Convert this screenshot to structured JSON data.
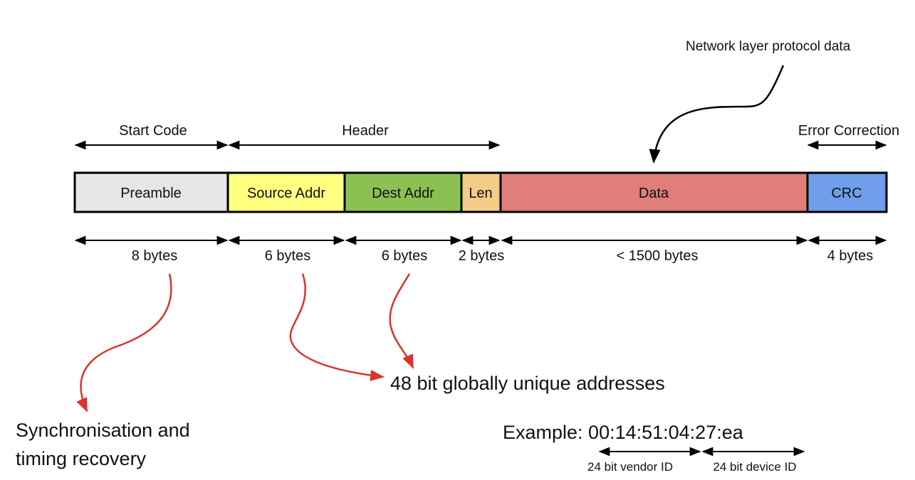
{
  "note": "Network layer protocol data",
  "sections": {
    "start_code": "Start Code",
    "header": "Header",
    "error_correction": "Error Correction"
  },
  "fields": [
    {
      "label": "Preamble",
      "size": "8 bytes",
      "color": "#e6e6e6"
    },
    {
      "label": "Source Addr",
      "size": "6 bytes",
      "color": "#ffff80"
    },
    {
      "label": "Dest Addr",
      "size": "6 bytes",
      "color": "#8bc153"
    },
    {
      "label": "Len",
      "size": "2 bytes",
      "color": "#f3cc88"
    },
    {
      "label": "Data",
      "size": "< 1500 bytes",
      "color": "#e07e7a"
    },
    {
      "label": "CRC",
      "size": "4 bytes",
      "color": "#6f9fea"
    }
  ],
  "callouts": {
    "sync_line1": "Synchronisation and",
    "sync_line2": "timing recovery",
    "addresses": "48 bit globally unique addresses",
    "example": "Example: 00:14:51:04:27:ea",
    "vendor": "24 bit vendor ID",
    "device": "24 bit device ID"
  },
  "colors": {
    "arrow": "#000000",
    "callout_arrow": "#d9342b"
  }
}
